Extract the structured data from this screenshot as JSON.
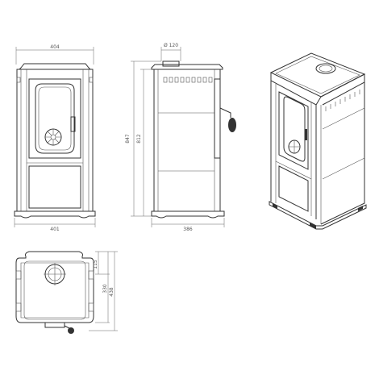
{
  "colors": {
    "line": "#333333",
    "dim": "#666666",
    "background": "#ffffff"
  },
  "front_view": {
    "top_width": "404",
    "base_width": "401"
  },
  "side_view": {
    "flue_diameter": "Ø 120",
    "total_height": "847",
    "flue_height": "812",
    "depth": "386"
  },
  "top_view": {
    "flue_offset_top": "115",
    "flue_offset_depth": "330",
    "total_depth": "438"
  }
}
